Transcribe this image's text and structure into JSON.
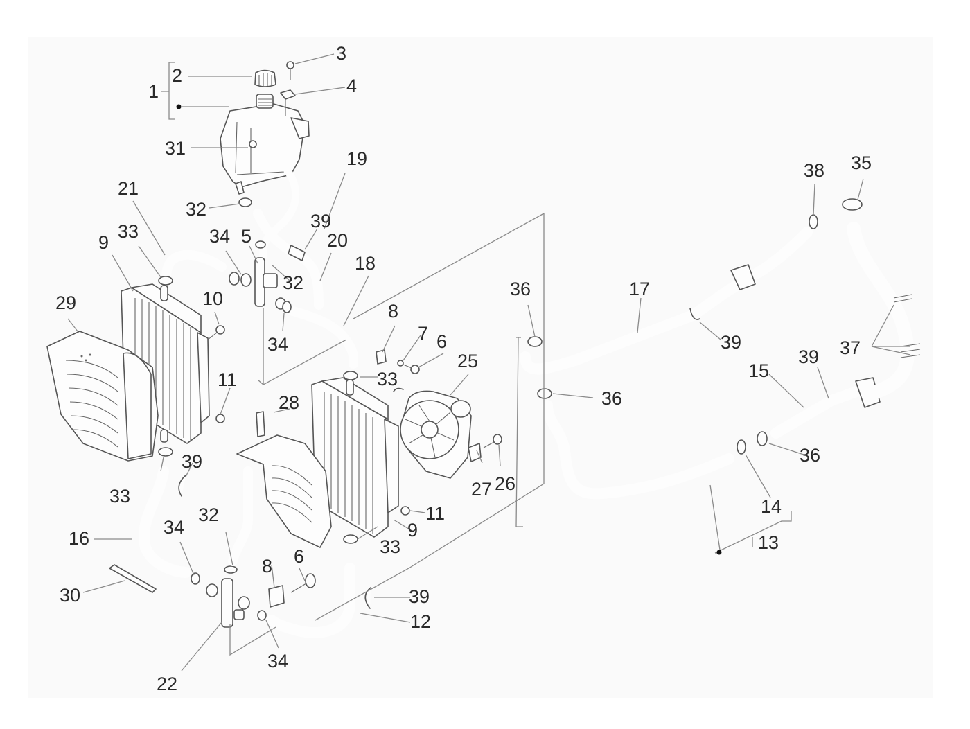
{
  "diagram": {
    "title": "Cooling system exploded parts diagram",
    "labels": {
      "p1": "1",
      "p2": "2",
      "p3": "3",
      "p4": "4",
      "p5": "5",
      "p6a": "6",
      "p6b": "6",
      "p7": "7",
      "p8a": "8",
      "p8b": "8",
      "p9a": "9",
      "p9b": "9",
      "p10": "10",
      "p11a": "11",
      "p11b": "11",
      "p12": "12",
      "p13": "13",
      "p14": "14",
      "p15": "15",
      "p16": "16",
      "p17": "17",
      "p18": "18",
      "p19": "19",
      "p20": "20",
      "p21": "21",
      "p22": "22",
      "p25": "25",
      "p26": "26",
      "p27": "27",
      "p28": "28",
      "p29": "29",
      "p30": "30",
      "p31": "31",
      "p32a": "32",
      "p32b": "32",
      "p32c": "32",
      "p33a": "33",
      "p33b": "33",
      "p33c": "33",
      "p33d": "33",
      "p34a": "34",
      "p34b": "34",
      "p34c": "34",
      "p34d": "34",
      "p35": "35",
      "p36a": "36",
      "p36b": "36",
      "p36c": "36",
      "p37": "37",
      "p38": "38",
      "p39a": "39",
      "p39b": "39",
      "p39c": "39",
      "p39d": "39",
      "p39e": "39"
    },
    "parts": [
      {
        "ref": "1",
        "name": "expansion-tank-assembly"
      },
      {
        "ref": "2",
        "name": "tank-cap"
      },
      {
        "ref": "3",
        "name": "screw"
      },
      {
        "ref": "4",
        "name": "clip-nut"
      },
      {
        "ref": "5",
        "name": "three-way-fitting"
      },
      {
        "ref": "6",
        "name": "bolt"
      },
      {
        "ref": "7",
        "name": "washer"
      },
      {
        "ref": "8",
        "name": "clip-nut"
      },
      {
        "ref": "9",
        "name": "radiator"
      },
      {
        "ref": "10",
        "name": "screw"
      },
      {
        "ref": "11",
        "name": "nut"
      },
      {
        "ref": "12",
        "name": "hose"
      },
      {
        "ref": "13",
        "name": "hose-assembly"
      },
      {
        "ref": "14",
        "name": "clamp"
      },
      {
        "ref": "15",
        "name": "hose"
      },
      {
        "ref": "16",
        "name": "hose"
      },
      {
        "ref": "17",
        "name": "hose"
      },
      {
        "ref": "18",
        "name": "hose"
      },
      {
        "ref": "19",
        "name": "hose"
      },
      {
        "ref": "20",
        "name": "hose"
      },
      {
        "ref": "21",
        "name": "hose"
      },
      {
        "ref": "22",
        "name": "three-way-fitting"
      },
      {
        "ref": "25",
        "name": "electric-fan"
      },
      {
        "ref": "26",
        "name": "screw"
      },
      {
        "ref": "27",
        "name": "bracket"
      },
      {
        "ref": "28",
        "name": "radiator-shroud-right"
      },
      {
        "ref": "29",
        "name": "radiator-shroud-left"
      },
      {
        "ref": "30",
        "name": "grille"
      },
      {
        "ref": "31",
        "name": "fitting"
      },
      {
        "ref": "32",
        "name": "clamp"
      },
      {
        "ref": "33",
        "name": "clamp"
      },
      {
        "ref": "34",
        "name": "clamp"
      },
      {
        "ref": "35",
        "name": "clamp"
      },
      {
        "ref": "36",
        "name": "clamp"
      },
      {
        "ref": "37",
        "name": "clamp-set"
      },
      {
        "ref": "38",
        "name": "clamp"
      },
      {
        "ref": "39",
        "name": "retaining-clip"
      }
    ]
  }
}
